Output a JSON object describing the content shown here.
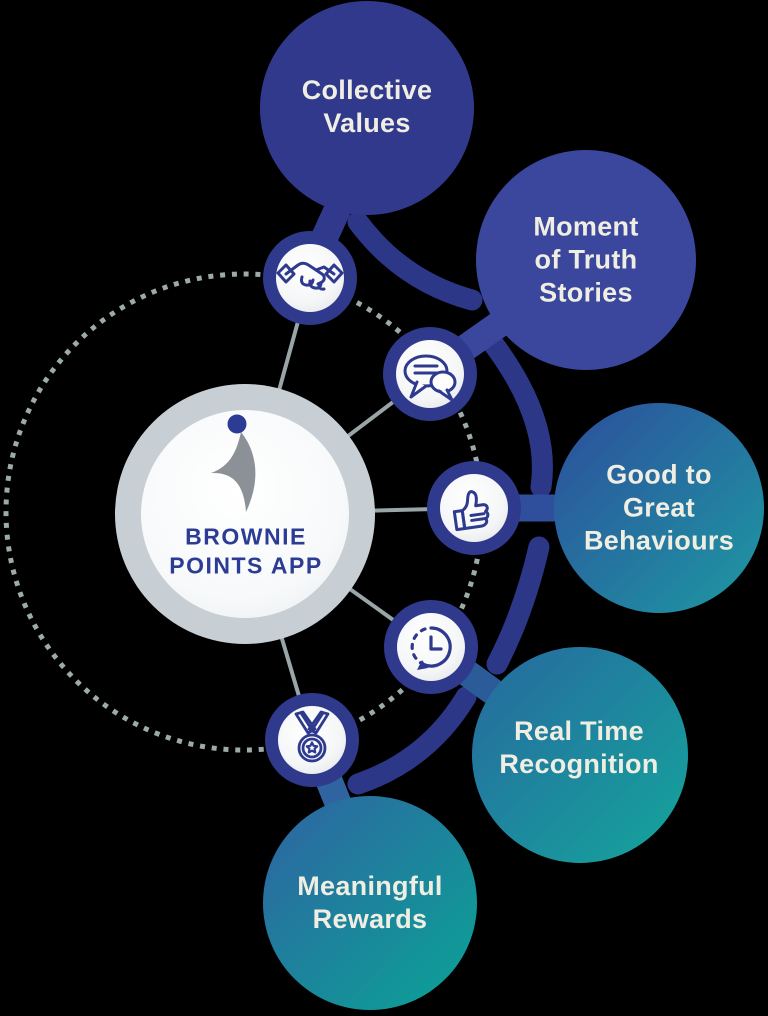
{
  "background_color": "#000000",
  "diagram": {
    "center": {
      "title": "BROWNIE\nPOINTS APP",
      "logo_icon": "swoosh-dot-logo",
      "ring_color": "#c7ced4",
      "inner_color": "#ffffff",
      "title_color": "#2c3c94"
    },
    "orbit_ring": {
      "style": "dotted-circle",
      "color": "#9cabaa"
    },
    "spoke_color": "#99a5a6",
    "connector_color": "#2c3788",
    "label_color": "#f0eee2",
    "icon_stroke_color": "#2e3a8e",
    "nodes": [
      {
        "label": "Collective\nValues",
        "icon": "handshake-icon",
        "fill": "#31398d"
      },
      {
        "label": "Moment\nof Truth\nStories",
        "icon": "chat-bubbles-icon",
        "fill": "#3a479d"
      },
      {
        "label": "Good to\nGreat\nBehaviours",
        "icon": "thumbs-up-icon",
        "fill_from": "#2d4d9d",
        "fill_to": "#1d9aa2"
      },
      {
        "label": "Real Time\nRecognition",
        "icon": "clock-history-icon",
        "fill_from": "#27689f",
        "fill_to": "#14a69c"
      },
      {
        "label": "Meaningful\nRewards",
        "icon": "medal-icon",
        "fill_from": "#2f63a3",
        "fill_to": "#0aa495"
      }
    ]
  }
}
